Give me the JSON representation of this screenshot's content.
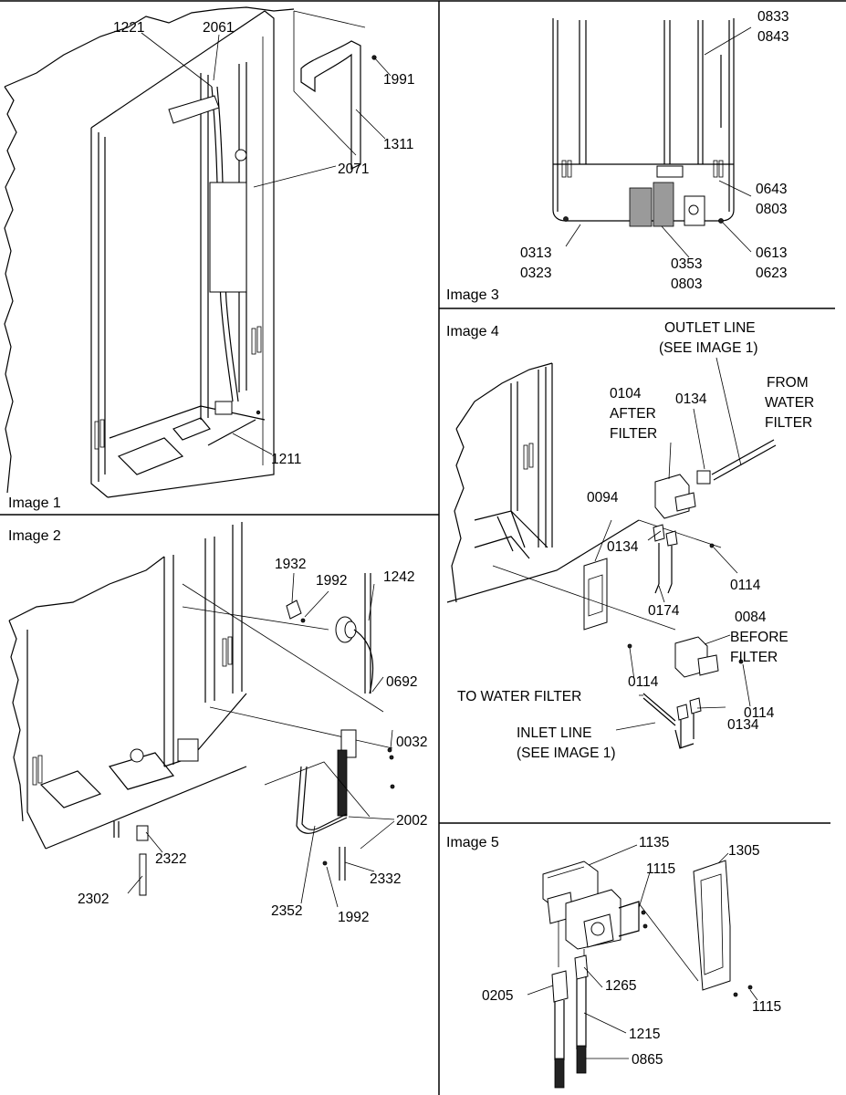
{
  "panels": {
    "image1": {
      "title": "Image 1",
      "labels": [
        "1221",
        "2061",
        "1991",
        "1311",
        "2071",
        "1211"
      ]
    },
    "image2": {
      "title": "Image 2",
      "labels": [
        "1932",
        "1992",
        "1242",
        "0692",
        "0032",
        "2002",
        "2322",
        "2332",
        "2302",
        "2352",
        "1992"
      ]
    },
    "image3": {
      "title": "Image 3",
      "labels": [
        "0833",
        "0843",
        "0643",
        "0803",
        "0613",
        "0623",
        "0313",
        "0323",
        "0353",
        "0803"
      ]
    },
    "image4": {
      "title": "Image 4",
      "labels": [
        "OUTLET LINE",
        "(SEE IMAGE 1)",
        "FROM",
        "WATER",
        "FILTER",
        "0104",
        "AFTER",
        "FILTER",
        "0134",
        "0094",
        "0134",
        "0114",
        "0174",
        "0084",
        "BEFORE",
        "FILTER",
        "0114",
        "TO WATER FILTER",
        "0114",
        "INLET LINE",
        "(SEE IMAGE 1)",
        "0134"
      ]
    },
    "image5": {
      "title": "Image 5",
      "labels": [
        "1135",
        "1305",
        "1115",
        "1265",
        "0205",
        "1115",
        "1215",
        "0865"
      ]
    }
  }
}
